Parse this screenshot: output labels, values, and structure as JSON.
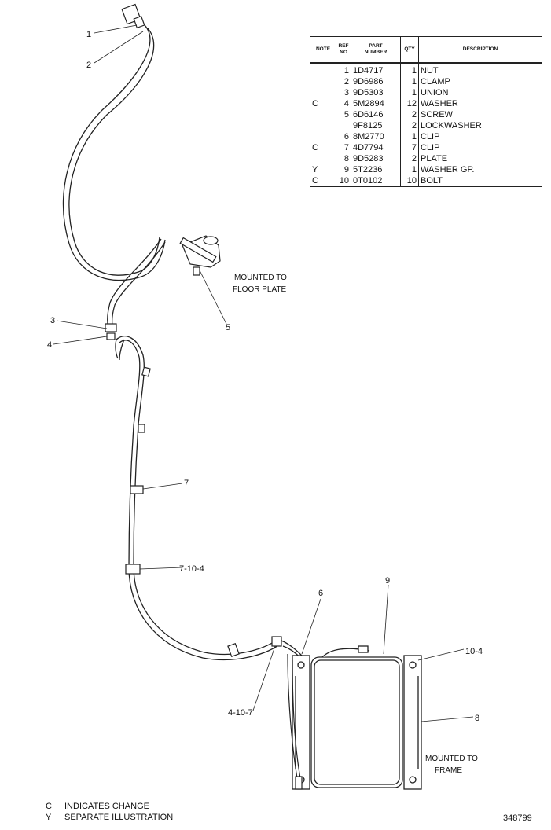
{
  "table": {
    "headers": {
      "note": "NOTE",
      "ref_line1": "REF",
      "ref_line2": "NO",
      "part_line1": "PART",
      "part_line2": "NUMBER",
      "qty": "QTY",
      "description": "DESCRIPTION"
    },
    "rows": [
      {
        "note": "",
        "ref": "1",
        "part": "1D4717",
        "qty": "1",
        "desc": "NUT"
      },
      {
        "note": "",
        "ref": "2",
        "part": "9D6986",
        "qty": "1",
        "desc": "CLAMP"
      },
      {
        "note": "",
        "ref": "3",
        "part": "9D5303",
        "qty": "1",
        "desc": "UNION"
      },
      {
        "note": "C",
        "ref": "4",
        "part": "5M2894",
        "qty": "12",
        "desc": "WASHER"
      },
      {
        "note": "",
        "ref": "5",
        "part": "6D6146",
        "qty": "2",
        "desc": "SCREW"
      },
      {
        "note": "",
        "ref": "",
        "part": "9F8125",
        "qty": "2",
        "desc": "LOCKWASHER"
      },
      {
        "note": "",
        "ref": "6",
        "part": "8M2770",
        "qty": "1",
        "desc": "CLIP"
      },
      {
        "note": "C",
        "ref": "7",
        "part": "4D7794",
        "qty": "7",
        "desc": "CLIP"
      },
      {
        "note": "",
        "ref": "8",
        "part": "9D5283",
        "qty": "2",
        "desc": "PLATE"
      },
      {
        "note": "Y",
        "ref": "9",
        "part": "5T2236",
        "qty": "1",
        "desc": "WASHER GP."
      },
      {
        "note": "C",
        "ref": "10",
        "part": "0T0102",
        "qty": "10",
        "desc": "BOLT"
      }
    ]
  },
  "callouts": {
    "c1": "1",
    "c2": "2",
    "c3": "3",
    "c4": "4",
    "c5": "5",
    "c6": "6",
    "c7": "7",
    "c7_10_4": "7-10-4",
    "c9": "9",
    "c10_4": "10-4",
    "c8": "8",
    "c4_10_7": "4-10-7"
  },
  "notes": {
    "floor_line1": "MOUNTED TO",
    "floor_line2": "FLOOR PLATE",
    "frame_line1": "MOUNTED TO",
    "frame_line2": "FRAME"
  },
  "legend": [
    {
      "key": "C",
      "text": "INDICATES CHANGE"
    },
    {
      "key": "Y",
      "text": "SEPARATE ILLUSTRATION"
    }
  ],
  "figure_number": "348799"
}
